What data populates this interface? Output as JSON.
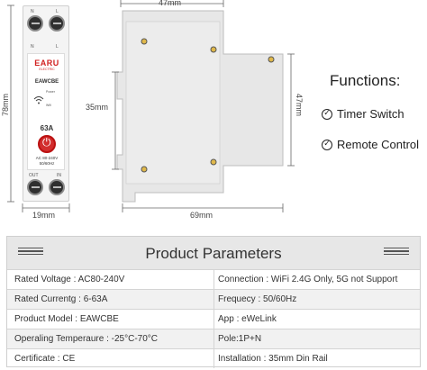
{
  "device": {
    "brand": "EARU",
    "brand_sub": "ELECTRIC",
    "model": "EAWCBE",
    "power_label": "Power",
    "wifi_label": "Wifi",
    "top_terminals": [
      "N",
      "L"
    ],
    "bottom_terminals": [
      "OUT",
      "IN"
    ],
    "rating": "63A",
    "voltage": "AC 80-240V",
    "frequency": "50/60Hz"
  },
  "dimensions": {
    "height_front": "78mm",
    "width_front": "19mm",
    "width_top": "47mm",
    "rail": "35mm",
    "height_side": "47mm",
    "depth_side": "69mm"
  },
  "functions": {
    "title": "Functions:",
    "items": [
      "Timer Switch",
      "Remote Control"
    ]
  },
  "params": {
    "title": "Product Parameters",
    "rows": [
      {
        "left": "Rated Voltage : AC80-240V",
        "right": "Connection : WiFi 2.4G Only, 5G not Support"
      },
      {
        "left": "Rated Currentg : 6-63A",
        "right": "Frequecy : 50/60Hz"
      },
      {
        "left": "Product Model : EAWCBE",
        "right": "App : eWeLink"
      },
      {
        "left": "Operaling Temperaure : -25°C-70°C",
        "right": "Pole:1P+N"
      },
      {
        "left": "Certificate : CE",
        "right": "Installation : 35mm Din Rail"
      }
    ]
  }
}
